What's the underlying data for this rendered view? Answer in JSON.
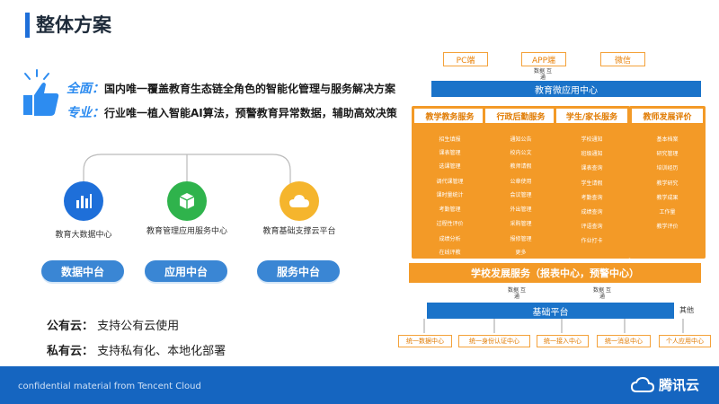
{
  "title": "整体方案",
  "highlights": {
    "line1_key": "全面：",
    "line1_text": "国内唯一覆盖教育生态链全角色的智能化管理与服务解决方案",
    "line2_key": "专业：",
    "line2_text": "行业唯一植入智能AI算法，预警教育异常数据，辅助高效决策"
  },
  "nodes": [
    {
      "label": "教育大数据中心",
      "pill": "数据中台",
      "icon": "bar-chart-icon",
      "color": "#1e6fd9"
    },
    {
      "label": "教育管理应用服务中心",
      "pill": "应用中台",
      "icon": "cube-icon",
      "color": "#2fb34c"
    },
    {
      "label": "教育基础支撑云平台",
      "pill": "服务中台",
      "icon": "cloud-icon",
      "color": "#f5b52d"
    }
  ],
  "clouds": [
    {
      "key": "公有云：",
      "text": "支持公有云使用"
    },
    {
      "key": "私有云：",
      "text": "支持私有化、本地化部署"
    }
  ],
  "footer": {
    "confidential": "confidential material from Tencent Cloud",
    "brand": "腾讯云"
  },
  "diagram": {
    "top_boxes": [
      "PC端",
      "APP端",
      "微信"
    ],
    "hub_top": "数据 互通",
    "banner": "教育微应用中心",
    "columns": [
      {
        "head": "教学教务服务",
        "items": [
          "招生填报",
          "课表管理",
          "选课管理",
          "调代课管理",
          "课时量统计",
          "考勤管理",
          "过程性评价",
          "成绩分析",
          "在线评教"
        ]
      },
      {
        "head": "行政后勤服务",
        "items": [
          "通知公告",
          "校内公文",
          "教师请假",
          "公章使用",
          "会议管理",
          "外出管理",
          "采购管理",
          "报修管理",
          "更多"
        ]
      },
      {
        "head": "学生/家长服务",
        "items": [
          "学校通知",
          "班级通知",
          "课表查询",
          "学生请假",
          "考勤查询",
          "成绩查询",
          "评语查询",
          "作业打卡"
        ]
      },
      {
        "head": "教师发展评价",
        "items": [
          "基本档案",
          "研究管理",
          "培训经历",
          "教学研究",
          "教学成果",
          "工作量",
          "教学评价"
        ]
      }
    ],
    "school": "学校发展服务（报表中心，预警中心）",
    "hub_mid": "数据 互通",
    "hub_right": "数据 互通",
    "platform": "基础平台",
    "other": "其他",
    "base_items": [
      "统一数据中心",
      "统一身份认证中心",
      "统一接入中心",
      "统一消息中心",
      "个人应用中心"
    ]
  }
}
